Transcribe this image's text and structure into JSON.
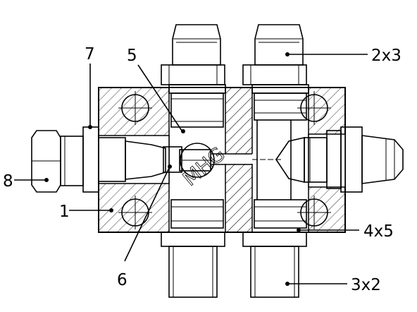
{
  "labels": {
    "item_7": "7",
    "item_5": "5",
    "item_2x3": "2x3",
    "item_8": "8",
    "item_1": "1",
    "item_4x5": "4x5",
    "item_6": "6",
    "item_3x2": "3x2",
    "watermark": "MHG"
  },
  "colors": {
    "line": "#000000",
    "background": "#ffffff"
  }
}
